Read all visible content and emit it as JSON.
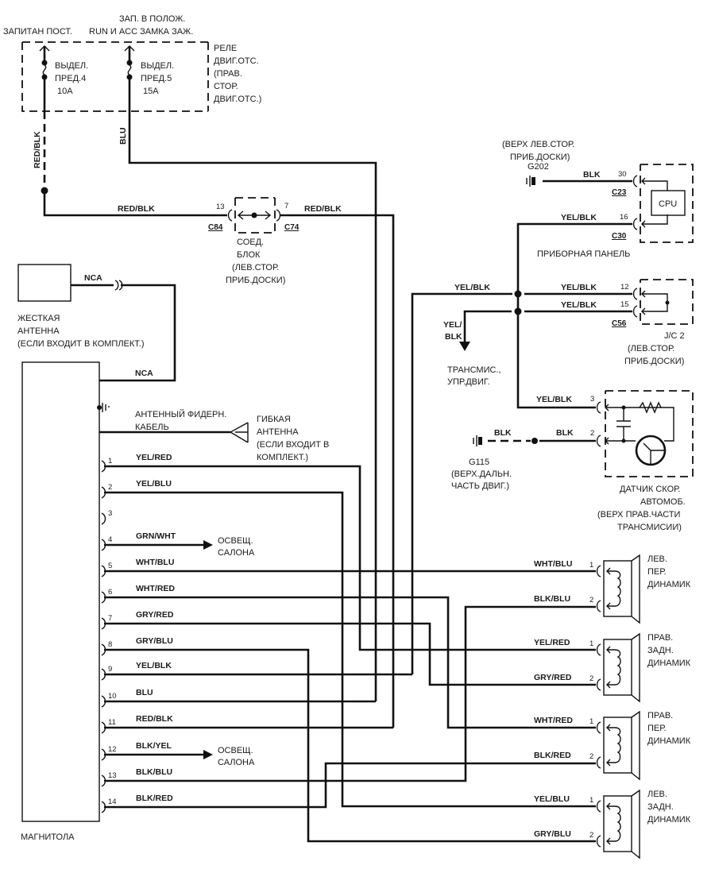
{
  "fuse_box": {
    "top_label_left": "ЗАПИТАН ПОСТ.",
    "top_label_right_1": "ЗАП. В ПОЛОЖ.",
    "top_label_right_2": "RUN И ACC ЗАМКА ЗАЖ.",
    "fuse4": [
      "ВЫДЕЛ.",
      "ПРЕД.4",
      "10A"
    ],
    "fuse5": [
      "ВЫДЕЛ.",
      "ПРЕД.5",
      "15A"
    ],
    "relay_box": [
      "РЕЛЕ",
      "ДВИГ.ОТС.",
      "(ПРАВ.",
      "СТОР.",
      "ДВИГ.ОТС.)"
    ],
    "wire_left": "RED/BLK",
    "wire_right": "BLU"
  },
  "joint_connector": {
    "wire_in": "RED/BLK",
    "wire_out": "RED/BLK",
    "pin_in": "13",
    "pin_out": "7",
    "conn_in": "C84",
    "conn_out": "C74",
    "label": [
      "СОЕД.",
      "БЛОК",
      "(ЛЕВ.СТОР.",
      "ПРИБ.ДОСКИ)"
    ]
  },
  "instrument_panel": {
    "ground_loc": [
      "(ВЕРХ ЛЕВ.СТОР.",
      "ПРИБ.ДОСКИ)"
    ],
    "ground_id": "G202",
    "wire1": "BLK",
    "pin1": "30",
    "conn1": "C23",
    "wire2": "YEL/BLK",
    "pin2": "16",
    "conn2": "C30",
    "cpu": "CPU",
    "label": "ПРИБОРНАЯ ПАНЕЛЬ"
  },
  "jc2": {
    "wire_left": "YEL/BLK",
    "wire1": "YEL/BLK",
    "pin1": "12",
    "wire2": "YEL/BLK",
    "pin2": "15",
    "conn": "C56",
    "label": [
      "J/C 2",
      "(ЛЕВ.СТОР.",
      "ПРИБ.ДОСКИ)"
    ],
    "branch_wire": [
      "YEL/",
      "BLK"
    ],
    "branch_label": [
      "ТРАНСМИС.,",
      "УПР.ДВИГ."
    ]
  },
  "speed_sensor": {
    "wire3": "YEL/BLK",
    "pin3": "3",
    "wire2": "BLK",
    "pin2": "2",
    "ground_wire": "BLK",
    "ground_id": "G115",
    "ground_loc": [
      "(ВЕРХ.ДАЛЬН.",
      "ЧАСТЬ ДВИГ.)"
    ],
    "label": [
      "ДАТЧИК СКОР.",
      "АВТОМОБ.",
      "(ВЕРХ ПРАВ.ЧАСТИ",
      "ТРАНСМИСИИ)"
    ]
  },
  "antenna": {
    "rigid_wire": "NCA",
    "rigid_wire2": "NCA",
    "rigid_label": [
      "ЖЕСТКАЯ",
      "АНТЕННА",
      "(ЕСЛИ ВХОДИТ В КОМПЛЕКТ.)"
    ],
    "feeder_label": [
      "АНТЕННЫЙ ФИДЕРН.",
      "КАБЕЛЬ"
    ],
    "flex_label": [
      "ГИБКАЯ",
      "АНТЕННА",
      "(ЕСЛИ ВХОДИТ В",
      "КОМПЛЕКТ.)"
    ]
  },
  "radio": {
    "label": "МАГНИТОЛА",
    "pins": [
      {
        "num": "1",
        "wire": "YEL/RED"
      },
      {
        "num": "2",
        "wire": "YEL/BLU"
      },
      {
        "num": "3",
        "wire": ""
      },
      {
        "num": "4",
        "wire": "GRN/WHT",
        "dest": [
          "ОСВЕЩ.",
          "САЛОНА"
        ]
      },
      {
        "num": "5",
        "wire": "WHT/BLU"
      },
      {
        "num": "6",
        "wire": "WHT/RED"
      },
      {
        "num": "7",
        "wire": "GRY/RED"
      },
      {
        "num": "8",
        "wire": "GRY/BLU"
      },
      {
        "num": "9",
        "wire": "YEL/BLK"
      },
      {
        "num": "10",
        "wire": "BLU"
      },
      {
        "num": "11",
        "wire": "RED/BLK"
      },
      {
        "num": "12",
        "wire": "BLK/YEL",
        "dest": [
          "ОСВЕЩ.",
          "САЛОНА"
        ]
      },
      {
        "num": "13",
        "wire": "BLK/BLU"
      },
      {
        "num": "14",
        "wire": "BLK/RED"
      }
    ]
  },
  "speakers": [
    {
      "label": [
        "ЛЕВ.",
        "ПЕР.",
        "ДИНАМИК"
      ],
      "wire1": "WHT/BLU",
      "wire2": "BLK/BLU",
      "pin1": "1",
      "pin2": "2"
    },
    {
      "label": [
        "ПРАВ.",
        "ЗАДН.",
        "ДИНАМИК"
      ],
      "wire1": "YEL/RED",
      "wire2": "GRY/RED",
      "pin1": "1",
      "pin2": "2"
    },
    {
      "label": [
        "ПРАВ.",
        "ПЕР.",
        "ДИНАМИК"
      ],
      "wire1": "WHT/RED",
      "wire2": "BLK/RED",
      "pin1": "1",
      "pin2": "2"
    },
    {
      "label": [
        "ЛЕВ.",
        "ЗАДН.",
        "ДИНАМИК"
      ],
      "wire1": "YEL/BLU",
      "wire2": "GRY/BLU",
      "pin1": "1",
      "pin2": "2"
    }
  ]
}
